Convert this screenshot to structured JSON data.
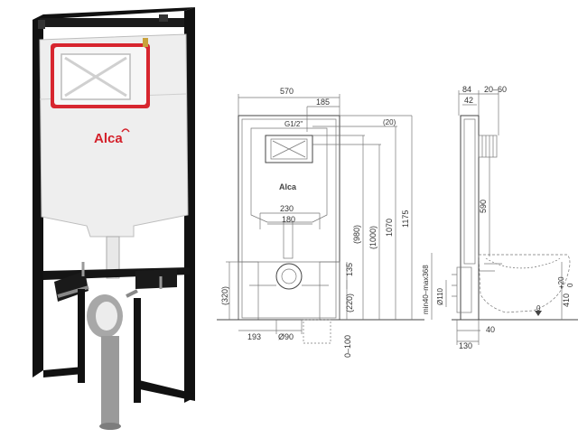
{
  "product": {
    "brand_logo": "Alca",
    "diagram_logo": "Alca"
  },
  "front_view": {
    "dims": {
      "width_total": "570",
      "width_half": "185",
      "thread": "G1/2\"",
      "top_offset": "(20)",
      "h_980": "(980)",
      "h_1000": "(1000)",
      "h_1070": "1070",
      "h_1175": "1175",
      "w_230": "230",
      "w_180": "180",
      "h_135": "135",
      "h_220": "(220)",
      "h_320": "(320)",
      "w_193": "193",
      "d_90": "Ø90",
      "depth_range": "0–100"
    }
  },
  "side_view": {
    "dims": {
      "w_84": "84",
      "w_20_60": "20–60",
      "w_42": "42",
      "h_590": "590",
      "h_min_max": "min40–max368",
      "d_110": "Ø110",
      "w_130": "130",
      "w_40": "40",
      "zero_mark": "0",
      "h_410": "410",
      "h_410_tol_plus": "+20",
      "h_410_tol_minus": "0"
    }
  },
  "colors": {
    "frame": "#111111",
    "cistern": "#f2f2f2",
    "logo_red": "#d4202a",
    "pipe": "#9a9a9a",
    "flush_plate_frame": "#d7262f"
  }
}
